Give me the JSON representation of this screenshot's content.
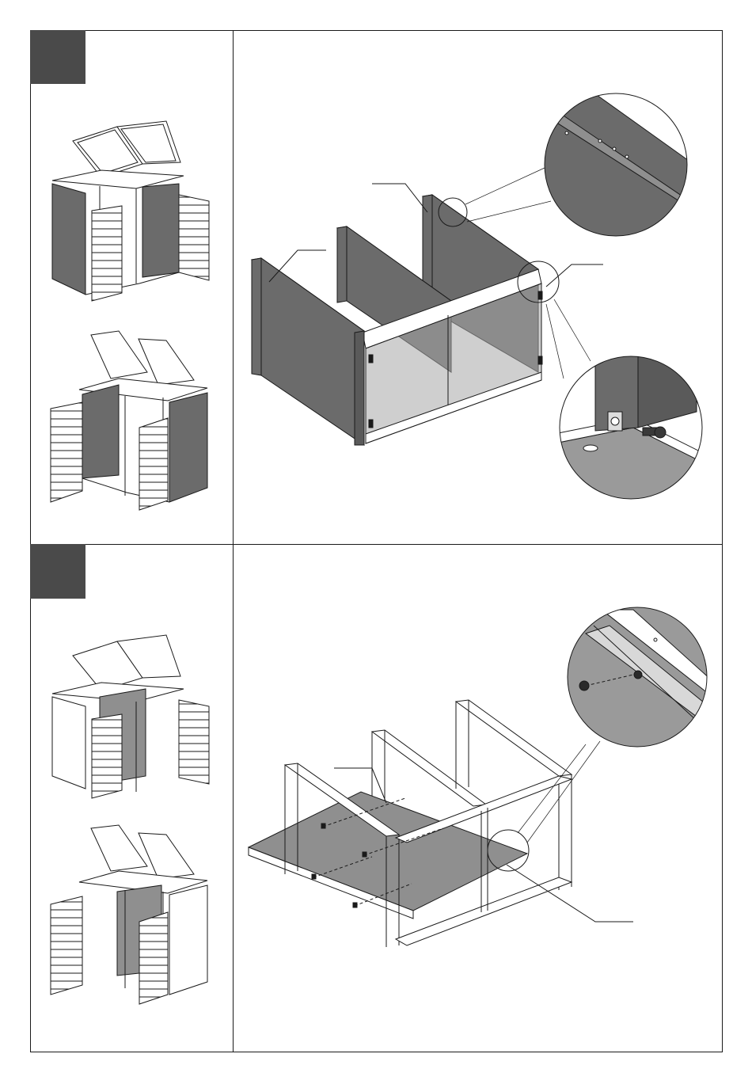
{
  "page": {
    "kind": "assembly-instruction-sheet",
    "steps": [
      {
        "badge_label": "",
        "thumbnails": [
          "single-open-lid-right-door-open",
          "double-open-lid-both-doors-open"
        ],
        "main_view": "side-panels-mounted-to-floor-frame",
        "callouts": [
          "hole-detail-zoom",
          "bracket-bolt-detail-zoom"
        ]
      },
      {
        "badge_label": "",
        "thumbnails": [
          "single-open-lid-back-panel",
          "double-open-lid-back-panel"
        ],
        "main_view": "floor-panel-inserted-into-frame",
        "callouts": [
          "screw-into-frame-detail-zoom"
        ]
      }
    ]
  },
  "colors": {
    "line": "#1a1a1a",
    "panel": "#6b6b6b",
    "panel_light": "#8f8f8f",
    "badge": "#4a4a4a",
    "floor": "#9a9a9a"
  }
}
